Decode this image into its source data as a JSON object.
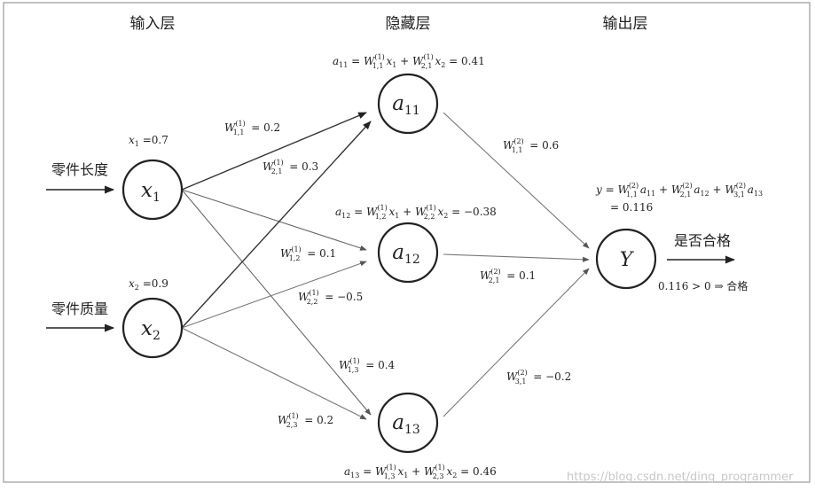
{
  "layers": {
    "input": "输入层",
    "hidden": "隐藏层",
    "output": "输出层"
  },
  "nodes": {
    "x1": {
      "base": "x",
      "sub": "1"
    },
    "x2": {
      "base": "x",
      "sub": "2"
    },
    "a11": {
      "base": "a",
      "sub": "11"
    },
    "a12": {
      "base": "a",
      "sub": "12"
    },
    "a13": {
      "base": "a",
      "sub": "13"
    },
    "y": {
      "base": "Y"
    }
  },
  "inputs": {
    "x1_label": "零件长度",
    "x2_label": "零件质量",
    "x1_value": {
      "base": "x",
      "sub": "1",
      "rest": " =0.7"
    },
    "x2_value": {
      "base": "x",
      "sub": "2",
      "rest": " =0.9"
    }
  },
  "weights1": {
    "w11": {
      "sup": "(1)",
      "sub": "1,1",
      "rest": " = 0.2"
    },
    "w21": {
      "sup": "(1)",
      "sub": "2,1",
      "rest": " = 0.3"
    },
    "w12": {
      "sup": "(1)",
      "sub": "1,2",
      "rest": " = 0.1"
    },
    "w22": {
      "sup": "(1)",
      "sub": "2,2",
      "rest": " = −0.5"
    },
    "w13": {
      "sup": "(1)",
      "sub": "1,3",
      "rest": " = 0.4"
    },
    "w23": {
      "sup": "(1)",
      "sub": "2,3",
      "rest": " = 0.2"
    }
  },
  "weights2": {
    "w11": {
      "sup": "(2)",
      "sub": "1,1",
      "rest": " = 0.6"
    },
    "w21": {
      "sup": "(2)",
      "sub": "2,1",
      "rest": " = 0.1"
    },
    "w31": {
      "sup": "(2)",
      "sub": "3,1",
      "rest": " = −0.2"
    }
  },
  "equations": {
    "a11": {
      "lhs": "a",
      "lhs_sub": "11",
      "t1_sup": "(1)",
      "t1_sub": "1,1",
      "t1_var": "x",
      "t1_var_sub": "1",
      "t2_sup": "(1)",
      "t2_sub": "2,1",
      "t2_var": "x",
      "t2_var_sub": "2",
      "result": "0.41"
    },
    "a12": {
      "lhs": "a",
      "lhs_sub": "12",
      "t1_sup": "(1)",
      "t1_sub": "1,2",
      "t1_var": "x",
      "t1_var_sub": "1",
      "t2_sup": "(1)",
      "t2_sub": "2,2",
      "t2_var": "x",
      "t2_var_sub": "2",
      "result": "−0.38"
    },
    "a13": {
      "lhs": "a",
      "lhs_sub": "13",
      "t1_sup": "(1)",
      "t1_sub": "1,3",
      "t1_var": "x",
      "t1_var_sub": "1",
      "t2_sup": "(1)",
      "t2_sub": "2,3",
      "t2_var": "x",
      "t2_var_sub": "2",
      "result": "0.46"
    },
    "y": {
      "lhs": "y",
      "t1_sup": "(2)",
      "t1_sub": "1,1",
      "t1_var": "a",
      "t1_var_sub": "11",
      "t2_sup": "(2)",
      "t2_sub": "2,1",
      "t2_var": "a",
      "t2_var_sub": "12",
      "t3_sup": "(2)",
      "t3_sub": "3,1",
      "t3_var": "a",
      "t3_var_sub": "13",
      "result": "= 0.116"
    }
  },
  "output": {
    "label": "是否合格",
    "decision": "0.116 > 0 ⇒ 合格"
  },
  "watermark": "https://blog.csdn.net/ding_programmer"
}
